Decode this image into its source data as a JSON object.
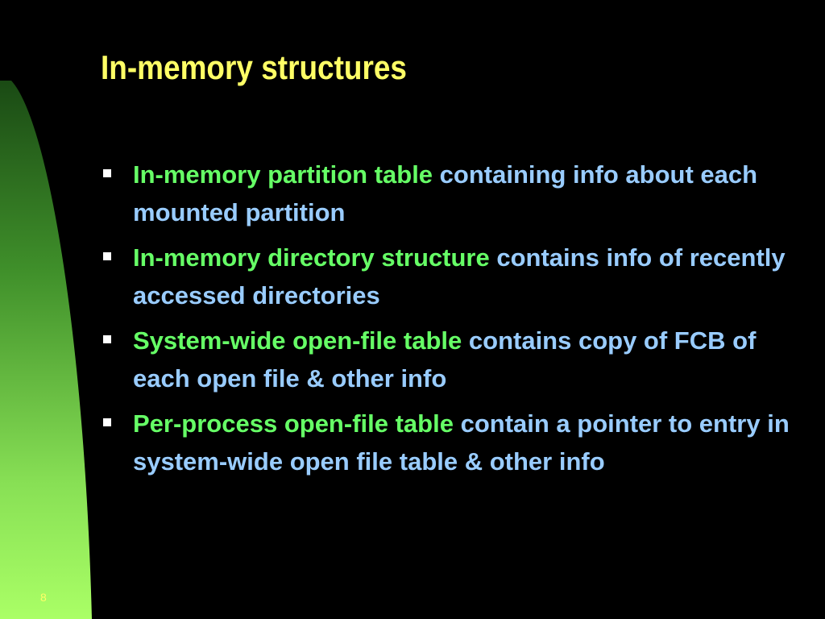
{
  "slide": {
    "title": "In-memory structures",
    "bullets": [
      {
        "term": "In-memory partition table",
        "desc": "containing info about each mounted partition"
      },
      {
        "term": "In-memory directory structure",
        "desc": "contains info of recently accessed directories"
      },
      {
        "term": "System-wide open-file table",
        "desc": "contains copy of FCB of each open file & other info"
      },
      {
        "term": "Per-process open-file table",
        "desc": "contain a pointer to entry in system-wide open file table & other info"
      }
    ],
    "page_number": "8"
  },
  "colors": {
    "background": "#000000",
    "title": "#ffff66",
    "term": "#66ff66",
    "description": "#99ccff",
    "bullet_marker": "#ffffff",
    "side_gradient_light": "#aaff66",
    "side_gradient_dark": "#1a4a14"
  },
  "icons": {
    "bullet": "square-bullet-icon"
  }
}
